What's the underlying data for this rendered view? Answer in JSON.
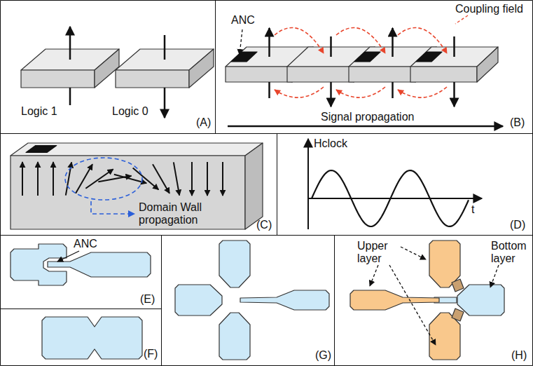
{
  "diagram": {
    "labels": [
      "Logic 1",
      "Logic 0",
      "(A)",
      "ANC",
      "Coupling field",
      "Signal propagation",
      "(B)",
      "Domain Wall propagation",
      "(C)",
      "Hclock",
      "t",
      "(D)",
      "ANC",
      "(E)",
      "(F)",
      "(G)",
      "Upper layer",
      "Bottom layer",
      "(H)"
    ]
  }
}
